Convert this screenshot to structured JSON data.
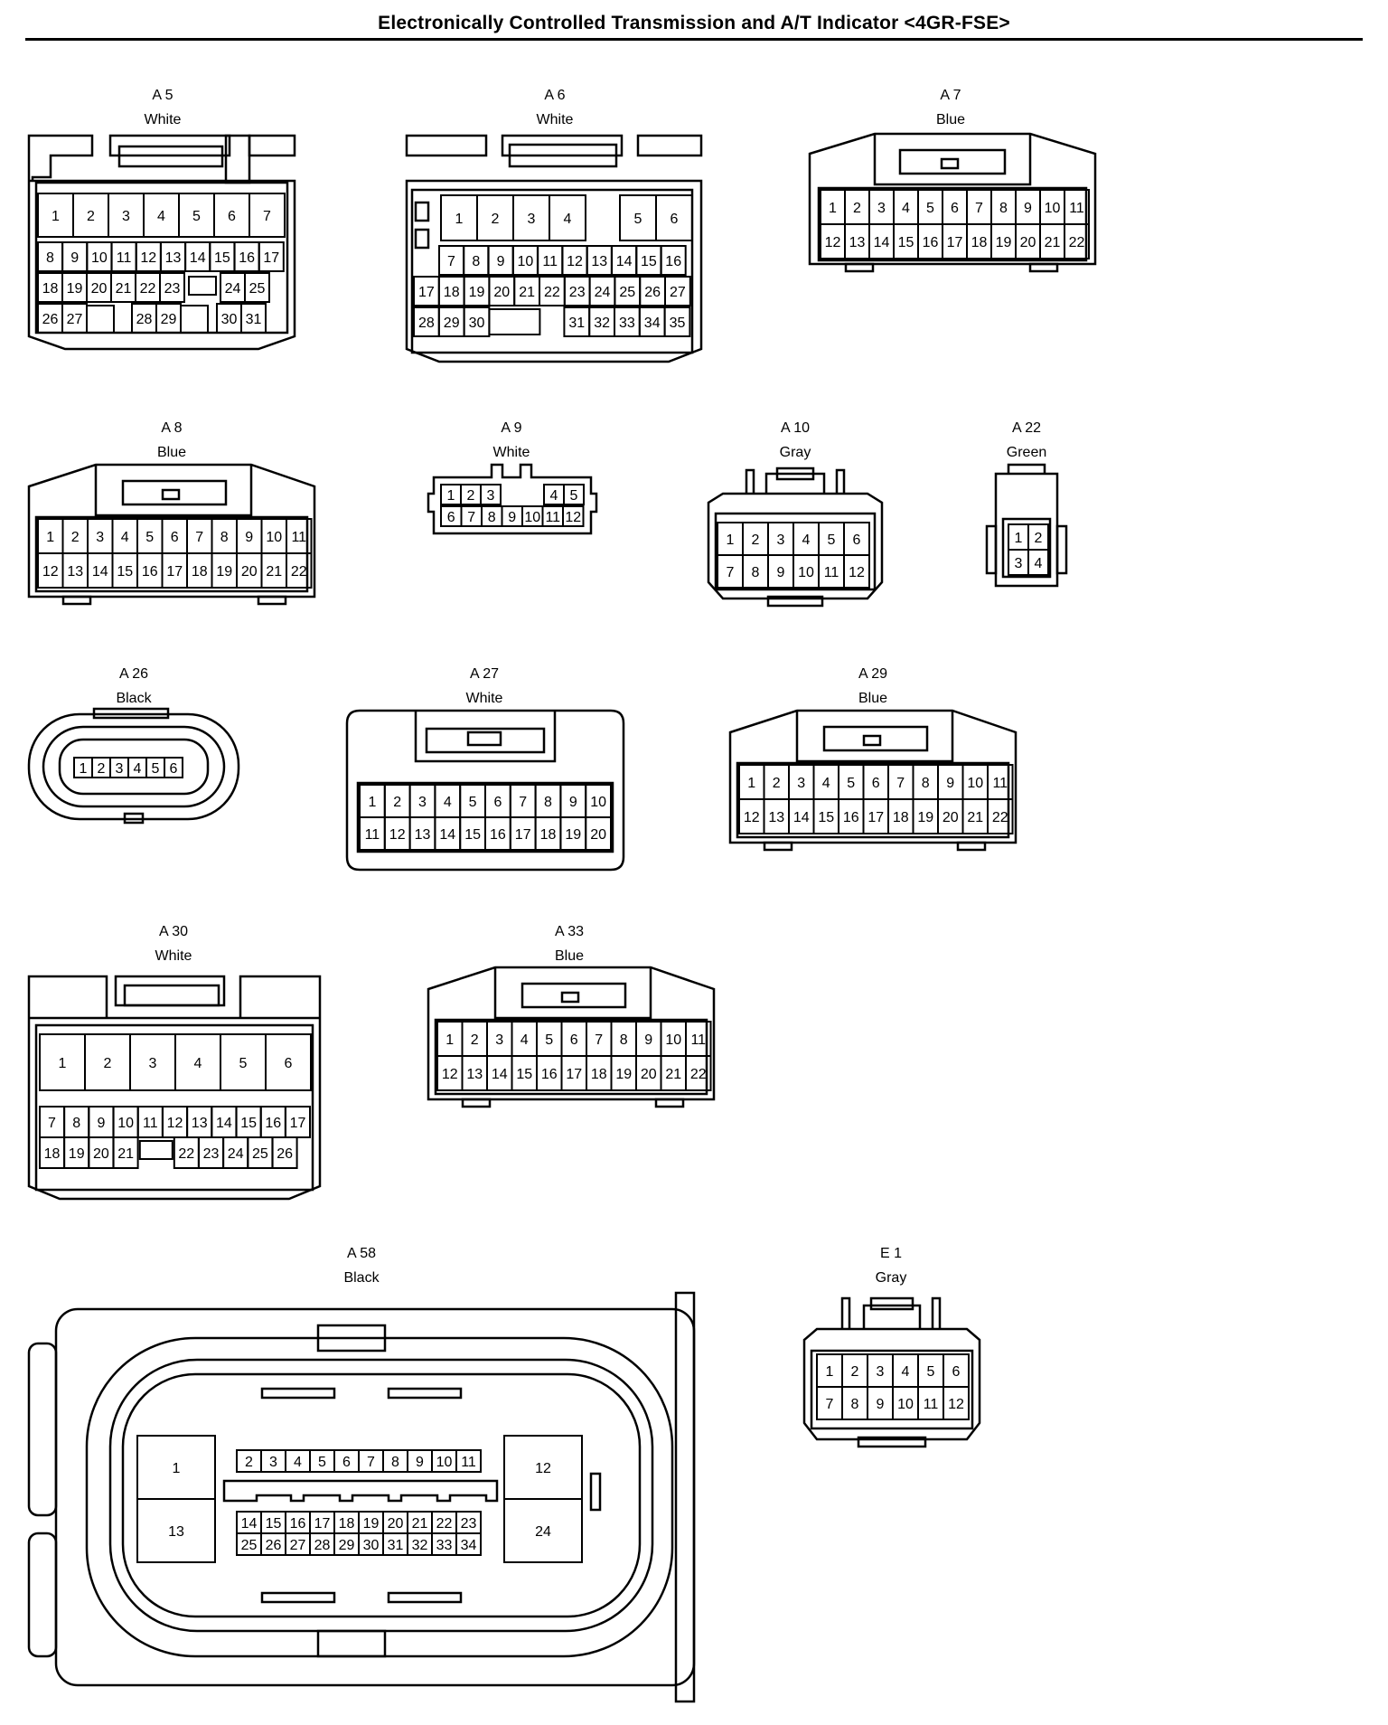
{
  "title": "Electronically Controlled Transmission and A/T Indicator <4GR-FSE>",
  "connectors": [
    {
      "id": "A 5",
      "color": "White",
      "rows": [
        [
          "1",
          "2",
          "3",
          "4",
          "5",
          "6",
          "7"
        ],
        [
          "8",
          "9",
          "10",
          "11",
          "12",
          "13",
          "14",
          "15",
          "16",
          "17"
        ],
        [
          "18",
          "19",
          "20",
          "21",
          "22",
          "23",
          "",
          "24",
          "25"
        ],
        [
          "26",
          "27",
          "",
          "28",
          "29",
          "",
          "30",
          "31"
        ]
      ]
    },
    {
      "id": "A 6",
      "color": "White",
      "rows": [
        [
          "",
          "1",
          "2",
          "3",
          "4",
          "",
          "5",
          "6"
        ],
        [
          "",
          "7",
          "8",
          "9",
          "10",
          "11",
          "12",
          "13",
          "14",
          "15",
          "16"
        ],
        [
          "17",
          "18",
          "19",
          "20",
          "21",
          "22",
          "23",
          "24",
          "25",
          "26",
          "27"
        ],
        [
          "28",
          "29",
          "30",
          "",
          "31",
          "32",
          "33",
          "34",
          "35"
        ]
      ]
    },
    {
      "id": "A 7",
      "color": "Blue",
      "rows": [
        [
          "1",
          "2",
          "3",
          "4",
          "5",
          "6",
          "7",
          "8",
          "9",
          "10",
          "11"
        ],
        [
          "12",
          "13",
          "14",
          "15",
          "16",
          "17",
          "18",
          "19",
          "20",
          "21",
          "22"
        ]
      ]
    },
    {
      "id": "A 8",
      "color": "Blue",
      "rows": [
        [
          "1",
          "2",
          "3",
          "4",
          "5",
          "6",
          "7",
          "8",
          "9",
          "10",
          "11"
        ],
        [
          "12",
          "13",
          "14",
          "15",
          "16",
          "17",
          "18",
          "19",
          "20",
          "21",
          "22"
        ]
      ]
    },
    {
      "id": "A 9",
      "color": "White",
      "rows": [
        [
          "1",
          "2",
          "3",
          "",
          "",
          "4",
          "5"
        ],
        [
          "6",
          "7",
          "8",
          "9",
          "10",
          "11",
          "12"
        ]
      ]
    },
    {
      "id": "A 10",
      "color": "Gray",
      "rows": [
        [
          "1",
          "2",
          "3",
          "4",
          "5",
          "6"
        ],
        [
          "7",
          "8",
          "9",
          "10",
          "11",
          "12"
        ]
      ]
    },
    {
      "id": "A 22",
      "color": "Green",
      "rows": [
        [
          "1",
          "2"
        ],
        [
          "3",
          "4"
        ]
      ]
    },
    {
      "id": "A 26",
      "color": "Black",
      "rows": [
        [
          "1",
          "2",
          "3",
          "4",
          "5",
          "6"
        ]
      ]
    },
    {
      "id": "A 27",
      "color": "White",
      "rows": [
        [
          "1",
          "2",
          "3",
          "4",
          "5",
          "6",
          "7",
          "8",
          "9",
          "10"
        ],
        [
          "11",
          "12",
          "13",
          "14",
          "15",
          "16",
          "17",
          "18",
          "19",
          "20"
        ]
      ]
    },
    {
      "id": "A 29",
      "color": "Blue",
      "rows": [
        [
          "1",
          "2",
          "3",
          "4",
          "5",
          "6",
          "7",
          "8",
          "9",
          "10",
          "11"
        ],
        [
          "12",
          "13",
          "14",
          "15",
          "16",
          "17",
          "18",
          "19",
          "20",
          "21",
          "22"
        ]
      ]
    },
    {
      "id": "A 30",
      "color": "White",
      "rows": [
        [
          "1",
          "2",
          "3",
          "4",
          "5",
          "6"
        ],
        [
          "7",
          "8",
          "9",
          "10",
          "11",
          "12",
          "13",
          "14",
          "15",
          "16",
          "17"
        ],
        [
          "18",
          "19",
          "20",
          "21",
          "",
          "22",
          "23",
          "24",
          "25",
          "26"
        ]
      ]
    },
    {
      "id": "A 33",
      "color": "Blue",
      "rows": [
        [
          "1",
          "2",
          "3",
          "4",
          "5",
          "6",
          "7",
          "8",
          "9",
          "10",
          "11"
        ],
        [
          "12",
          "13",
          "14",
          "15",
          "16",
          "17",
          "18",
          "19",
          "20",
          "21",
          "22"
        ]
      ]
    },
    {
      "id": "A 58",
      "color": "Black",
      "rows": [
        [
          "1",
          "12",
          "13",
          "24"
        ],
        [
          "2",
          "3",
          "4",
          "5",
          "6",
          "7",
          "8",
          "9",
          "10",
          "11"
        ],
        [
          "14",
          "15",
          "16",
          "17",
          "18",
          "19",
          "20",
          "21",
          "22",
          "23"
        ],
        [
          "25",
          "26",
          "27",
          "28",
          "29",
          "30",
          "31",
          "32",
          "33",
          "34"
        ]
      ]
    },
    {
      "id": "E 1",
      "color": "Gray",
      "rows": [
        [
          "1",
          "2",
          "3",
          "4",
          "5",
          "6"
        ],
        [
          "7",
          "8",
          "9",
          "10",
          "11",
          "12"
        ]
      ]
    }
  ]
}
